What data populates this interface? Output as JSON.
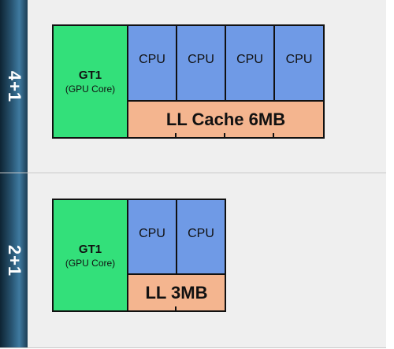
{
  "configs": [
    {
      "label": "4+1",
      "gpu": {
        "name": "GT1",
        "subtitle": "(GPU Core)"
      },
      "cpus": [
        "CPU",
        "CPU",
        "CPU",
        "CPU"
      ],
      "cache": "LL Cache 6MB"
    },
    {
      "label": "2+1",
      "gpu": {
        "name": "GT1",
        "subtitle": "(GPU Core)"
      },
      "cpus": [
        "CPU",
        "CPU"
      ],
      "cache": "LL 3MB"
    }
  ],
  "colors": {
    "gpu": "#33e07a",
    "cpu": "#6f9ae6",
    "cache": "#f4b58f",
    "side_bar": "#2a5876",
    "background": "#efefef"
  }
}
